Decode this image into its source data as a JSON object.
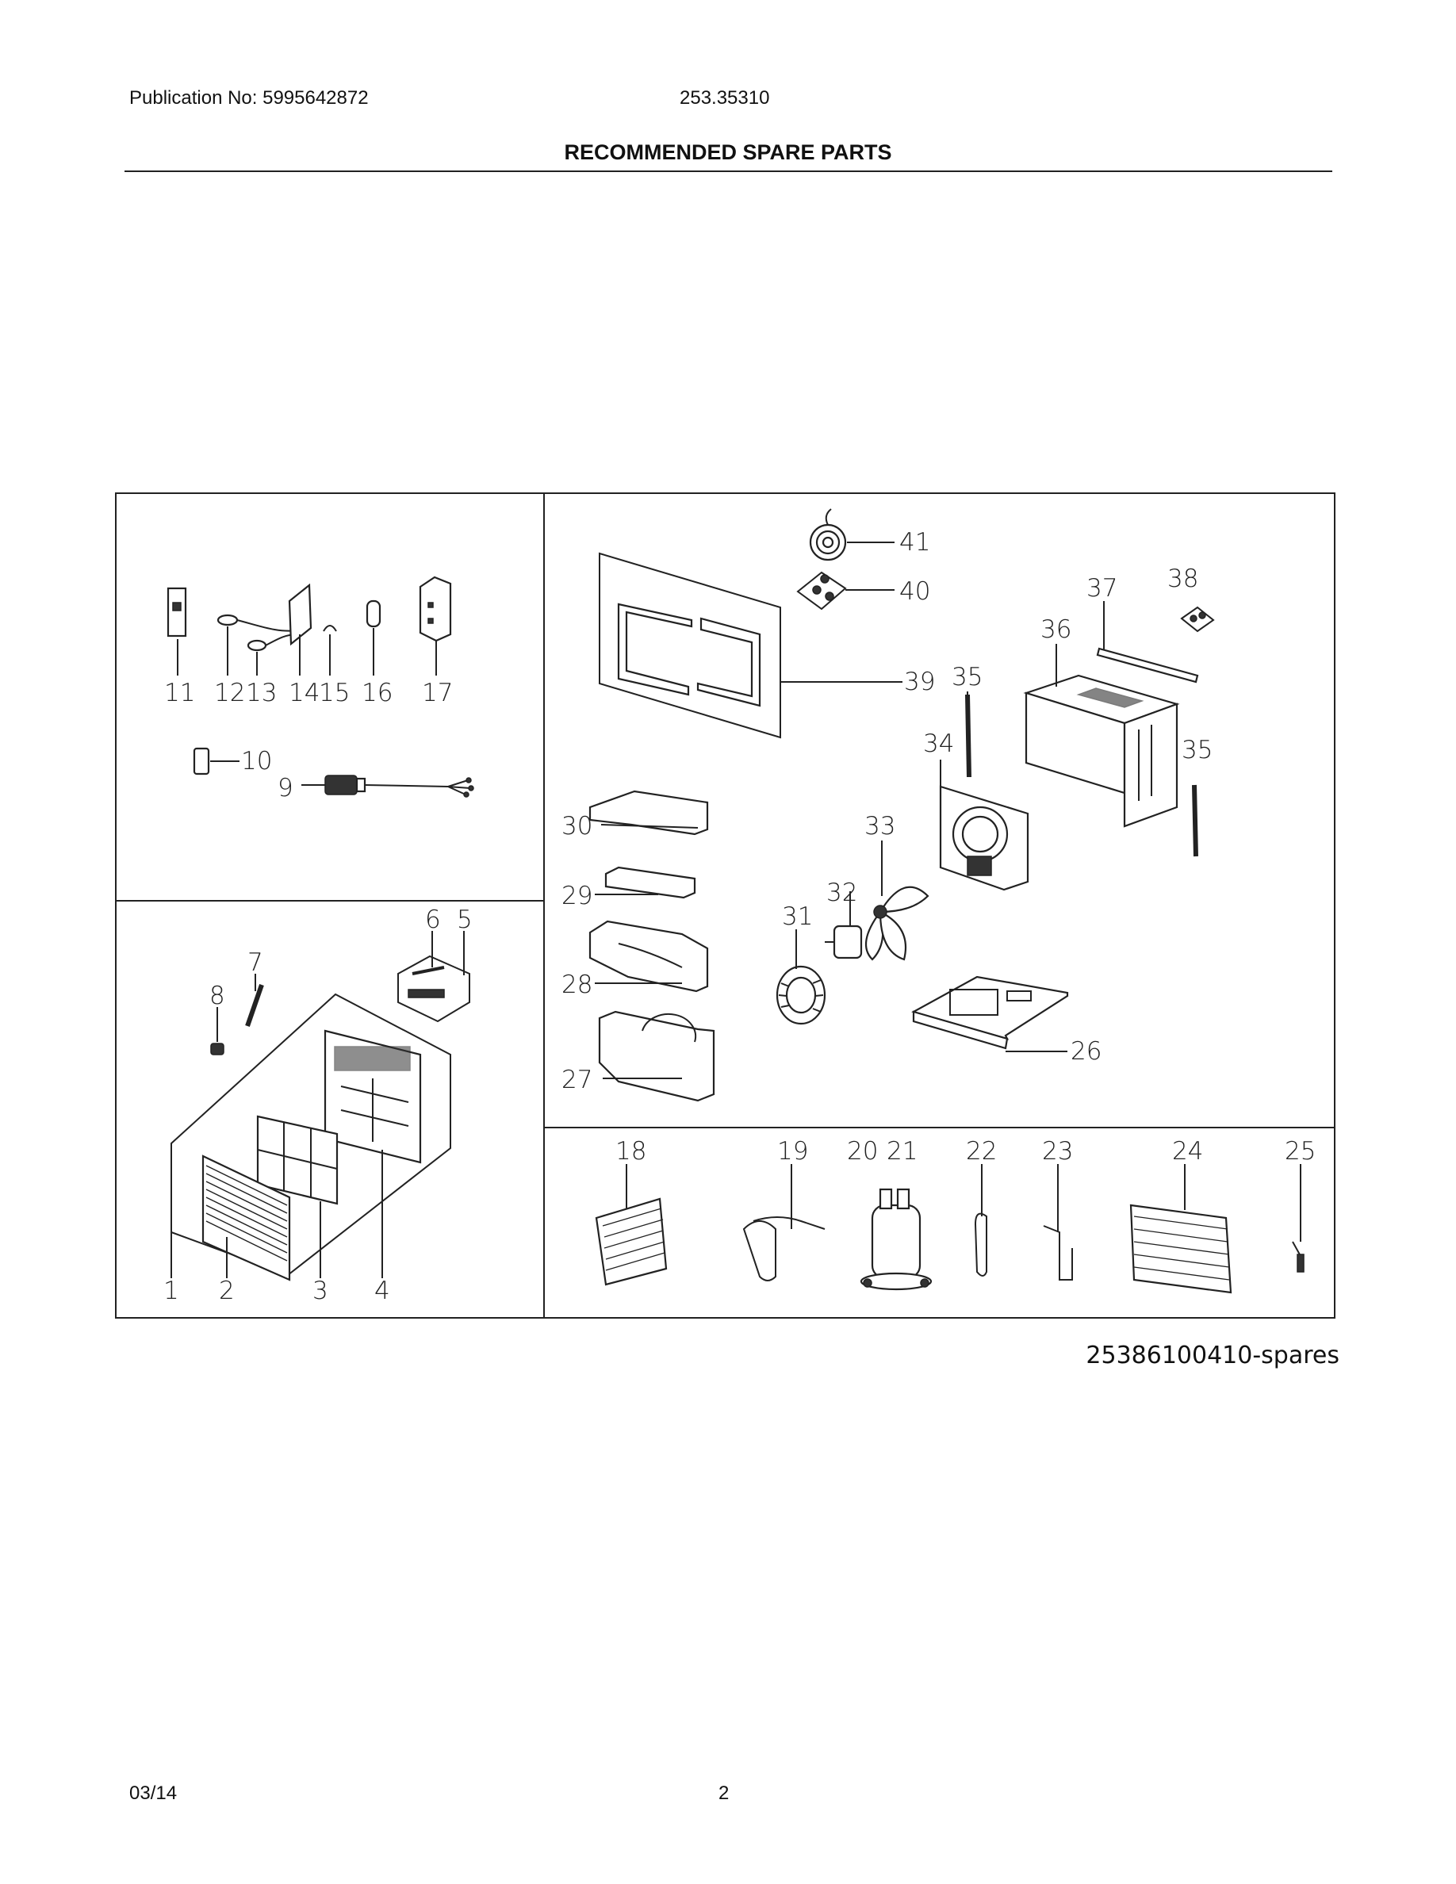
{
  "header": {
    "publication": "Publication No: 5995642872",
    "model": "253.35310",
    "title": "RECOMMENDED SPARE PARTS"
  },
  "callouts": [
    "1",
    "2",
    "3",
    "4",
    "5",
    "6",
    "7",
    "8",
    "9",
    "10",
    "11",
    "12",
    "13",
    "14",
    "15",
    "16",
    "17",
    "18",
    "19",
    "20",
    "21",
    "22",
    "23",
    "24",
    "25",
    "26",
    "27",
    "28",
    "29",
    "30",
    "31",
    "32",
    "33",
    "34",
    "35",
    "35",
    "36",
    "37",
    "38",
    "39",
    "40",
    "41"
  ],
  "footer": {
    "reference": "25386100410-spares",
    "date": "03/14",
    "page": "2"
  }
}
